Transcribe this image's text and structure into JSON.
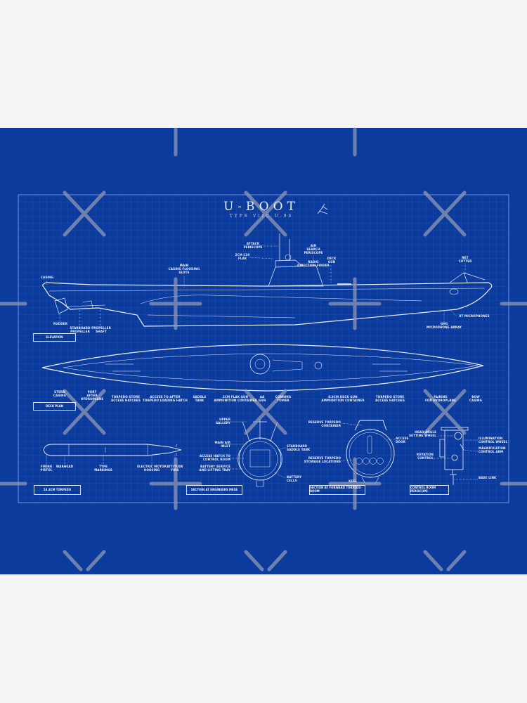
{
  "colors": {
    "page_background": "#f4f4f4",
    "blueprint": "#0b3b9c",
    "line": "#eaf0ff",
    "watermark": "#8f98b4"
  },
  "title": "U-BOOT",
  "subtitle": "TYPE VIIC U-96",
  "elevation": {
    "box": "ELEVATION",
    "labels": {
      "casing": "CASING",
      "flooding_slots": "MAIN\nCASING FLOODING\nSLOTS",
      "attack_periscope": "ATTACK\nPERISCOPE",
      "flak": "2CM C30\nFLAK",
      "air_periscope": "AIR\nSEARCH\nPERISCOPE",
      "radio": "RADIO\nDIRECTION FINDER",
      "deck_gun": "DECK\nGUN",
      "net_cutter": "NET\nCUTTER",
      "rudder": "RUDDER",
      "starboard_propeller": "STARBOARD\nPROPELLER",
      "propeller_shaft": "PROPELLER\nSHAFT",
      "ut_microphones": "UT MICROPHONES",
      "ghg": "GHG\nMICROPHONE ARRAY"
    }
  },
  "deck_plan": {
    "box": "DECK PLAN",
    "labels": [
      "STERN\nCASING",
      "PORT\nAFTER\nHYDROPLANE",
      "TORPEDO STORE\nACCESS HATCHES",
      "ACCESS TO AFTER\nTORPEDO LOADING HATCH",
      "SADDLE\nTANK",
      "2CM FLAK GUN\nAMMUNITION CONTAINER",
      "AA\nGUN",
      "CONNING\nTOWER",
      "8.8CM DECK GUN\nAMMUNITION CONTAINER",
      "TORPEDO STORE\nACCESS HATCHES",
      "FAIRING\nFOR HYDROPLANE",
      "BOW\nCASING"
    ]
  },
  "torpedo": {
    "box": "53.3CM  TORPEDO",
    "labels": [
      "FIRING\nPISTOL",
      "WARHEAD",
      "TYPE\nMARKINGS",
      "ELECTRIC MOTOR\nHOUSING",
      "ATTITUDE\nFINS"
    ]
  },
  "engineers_mess": {
    "box": "SECTION AT ENGINEERS MESS",
    "labels": {
      "upper_gallery": "UPPER\nGALLERY",
      "main_air": "MAIN AIR\nINLET",
      "access_hatch": "ACCESS HATCH TO\nCONTROL ROOM",
      "battery_tray": "BATTERY SERVICE\nAND LIFTING TRAY",
      "saddle_tank": "STARBOARD\nSADDLE TANK",
      "battery_cells": "BATTERY\nCELLS"
    }
  },
  "torpedo_room": {
    "box": "SECTION AT FORWARD TORPEDO ROOM",
    "labels": {
      "container": "RESERVE TORPEDO\nCONTAINER",
      "access_door": "ACCESS\nDOOR",
      "stowage": "RESERVE TORPEDO\nSTOWAGE LOCATIONS",
      "keel": "KEEL"
    }
  },
  "periscope": {
    "box": "CONTROL ROOM PERISCOPE",
    "labels": {
      "head_angle": "HEAD ANGLE\nSETTING WHEEL",
      "rotation": "ROTATION\nCONTROL",
      "illumination": "ILLUMINATION\nCONTROL WHEEL",
      "magnification": "MAGNIFICATION\nCONTROL ARM",
      "base_link": "BASE LINK"
    }
  }
}
